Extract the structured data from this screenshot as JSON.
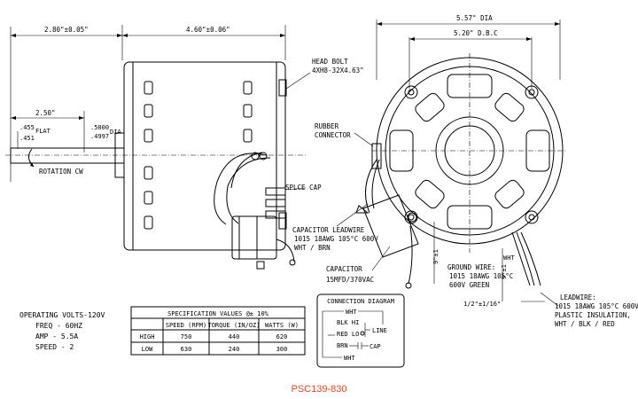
{
  "dimensions": {
    "shaft_extension": "2.80\"±0.05\"",
    "body_length": "4.60\"±0.06\"",
    "diameter": "5.57\" DIA",
    "bolt_circle": "5.20\" D.B.C",
    "flat_length": "2.50\"",
    "flat_depth_a": ".455",
    "flat_depth_b": ".451",
    "flat_label": "FLAT",
    "shaft_dia_a": ".5000",
    "shaft_dia_b": ".4997",
    "shaft_dia_label": "DIA",
    "lead_length": "9\"±1",
    "strip_length": "1/2\"±1/16\""
  },
  "labels": {
    "rotation": "ROTATION CW",
    "head_bolt_1": "HEAD BOLT",
    "head_bolt_2": "4XH8-32X4.63\"",
    "rubber_connector_1": "RUBBER",
    "rubber_connector_2": "CONNECTOR",
    "splice_cap": "SPLCE CAP",
    "cap_lead_1": "CAPACITOR LEADWIRE",
    "cap_lead_2": "1015 18AWG 105°C 600V",
    "cap_lead_3": "WHT / BRN",
    "capacitor_1": "CAPACITOR",
    "capacitor_2": "15MFD/370VAC",
    "ground_1": "GROUND WIRE:",
    "ground_2": "1015 18AWG 105°C",
    "ground_3": "600V GREEN",
    "wht_tag": "WHT",
    "leadwire_1": "LEADWIRE:",
    "leadwire_2": "1015 18AWG 105°C 600V",
    "leadwire_3": "PLASTIC INSULATION,",
    "leadwire_4": "WHT / BLK / RED"
  },
  "operating": {
    "volts": "OPERATING VOLTS-120V",
    "freq": "FREQ - 60HZ",
    "amp": "AMP - 5.5A",
    "speed": "SPEED - 2"
  },
  "spec_table": {
    "title": "SPECIFICATION VALUES @± 10%",
    "headers": [
      "SPEED (RPM)",
      "TORQUE (IN/OZ)",
      "WATTS (W)"
    ],
    "rows": [
      {
        "name": "HIGH",
        "speed": "750",
        "torque": "440",
        "watts": "620"
      },
      {
        "name": "LOW",
        "speed": "630",
        "torque": "240",
        "watts": "300"
      }
    ]
  },
  "connection": {
    "title": "CONNECTION DIAGRAM",
    "wht": "WHT",
    "blk": "BLK HI",
    "red": "RED LO",
    "line": "LINE",
    "brn": "BRN",
    "cap": "CAP",
    "wht2": "WHT"
  },
  "model": "PSC139-830"
}
